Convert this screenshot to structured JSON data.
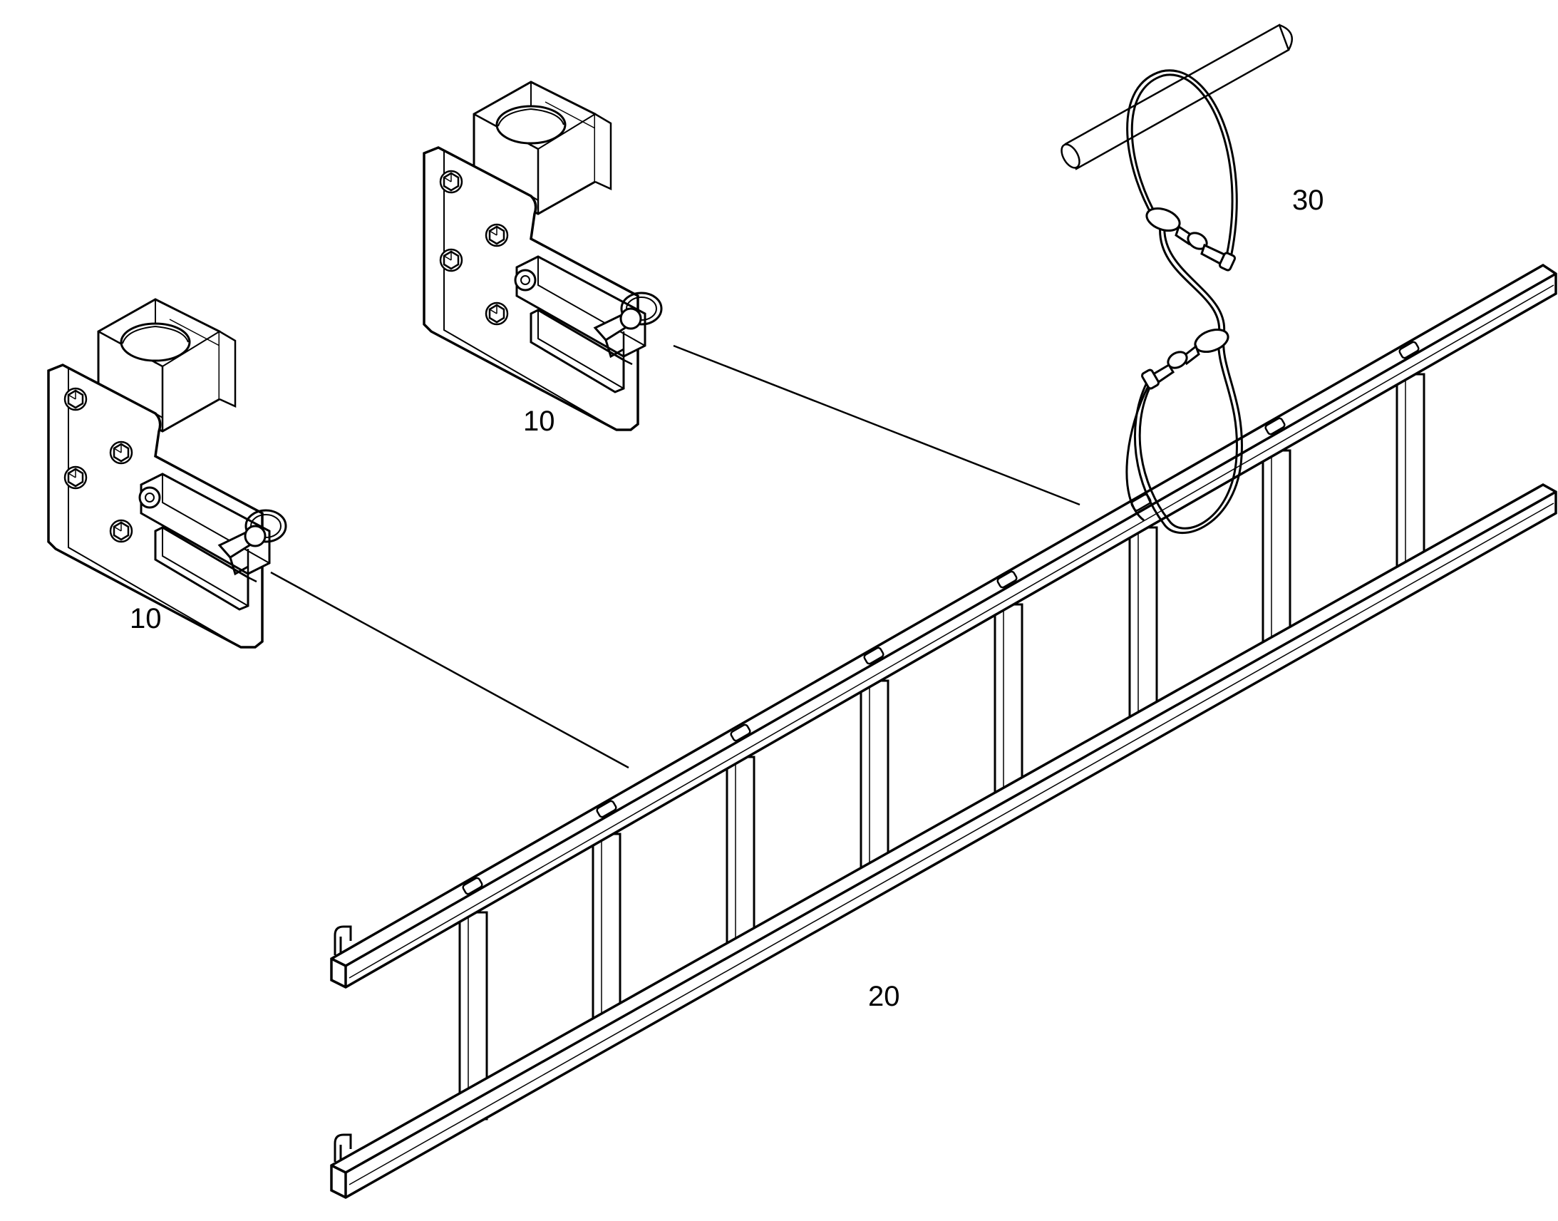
{
  "labels": {
    "bracket_upper": "10",
    "bracket_lower": "10",
    "lanyard": "30",
    "ladder": "20"
  },
  "colors": {
    "line": "#000000",
    "fill": "#ffffff",
    "shade": "#e6e6e6"
  }
}
